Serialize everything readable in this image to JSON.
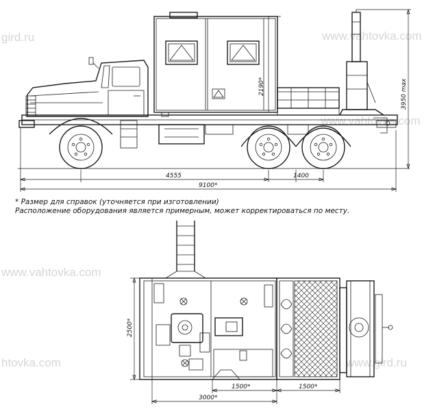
{
  "watermarks": {
    "top_left": "gird.ru",
    "top_right": "www.vahtovka.com",
    "mid_right": "www.vahtovka.com",
    "mid_left": "www.vahtovka.com",
    "bottom_left": "htovka.com",
    "bottom_right": "www.gird.ru"
  },
  "dimensions": {
    "total_length": "9100*",
    "front_to_rear_axle": "4555",
    "rear_axle_overhang": "1400",
    "body_height": "2190*",
    "max_height": "3950 max",
    "plan_width": "2500*",
    "plan_length": "3000*",
    "section_a": "1500*",
    "section_b": "1500*"
  },
  "notes": {
    "line1": "* Размер для справок (уточняется при изготовлении)",
    "line2": "Расположение оборудования является примерным, может корректироваться по месту."
  },
  "colors": {
    "line": "#1a1a1a",
    "watermark": "#d6d6d6",
    "background": "#ffffff"
  }
}
